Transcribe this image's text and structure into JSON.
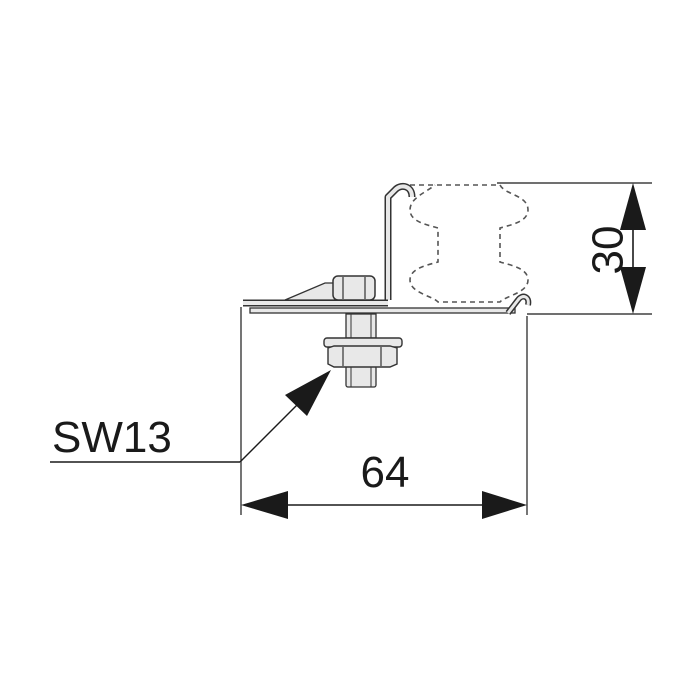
{
  "drawing": {
    "label_wrench": "SW13",
    "dim_width": "64",
    "dim_height": "30"
  },
  "colors": {
    "line": "#1a1a1a",
    "part_fill": "#e8e8e8",
    "part_stroke": "#333333",
    "hidden": "#555555",
    "background": "#ffffff"
  }
}
